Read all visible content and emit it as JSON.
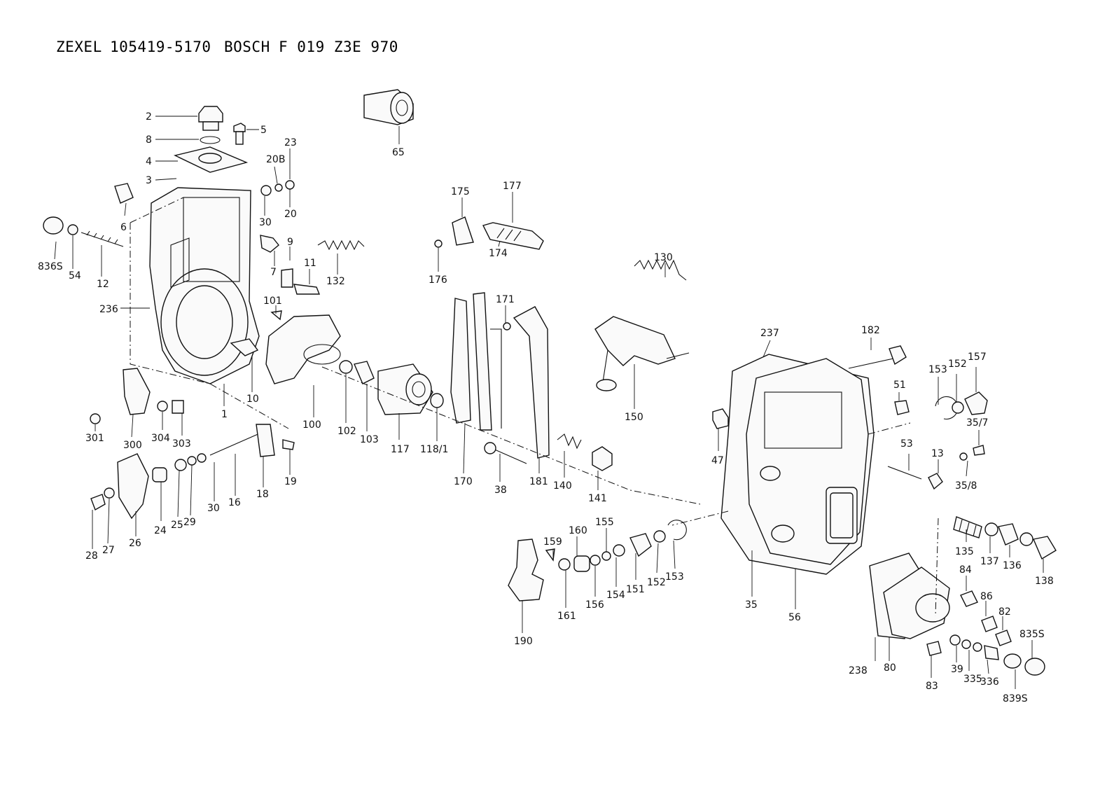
{
  "header": {
    "brand1": "ZEXEL",
    "number1": "105419-5170",
    "brand2": "BOSCH",
    "number2": "F 019 Z3E 970"
  },
  "labels": [
    "2",
    "8",
    "5",
    "23",
    "20B",
    "4",
    "3",
    "6",
    "30",
    "20",
    "836S",
    "54",
    "12",
    "9",
    "7",
    "11",
    "132",
    "236",
    "101",
    "1",
    "10",
    "100",
    "301",
    "300",
    "304",
    "303",
    "102",
    "103",
    "117",
    "118/1",
    "19",
    "18",
    "16",
    "30",
    "29",
    "25",
    "24",
    "26",
    "27",
    "28",
    "65",
    "175",
    "177",
    "176",
    "174",
    "130",
    "171",
    "150",
    "170",
    "38",
    "181",
    "140",
    "141",
    "237",
    "182",
    "51",
    "153",
    "152",
    "157",
    "35/7",
    "47",
    "53",
    "13",
    "35/8",
    "159",
    "160",
    "155",
    "161",
    "156",
    "154",
    "151",
    "152",
    "153",
    "190",
    "35",
    "56",
    "135",
    "137",
    "136",
    "138",
    "84",
    "86",
    "82",
    "835S",
    "238",
    "80",
    "83",
    "39",
    "335",
    "336",
    "839S"
  ]
}
